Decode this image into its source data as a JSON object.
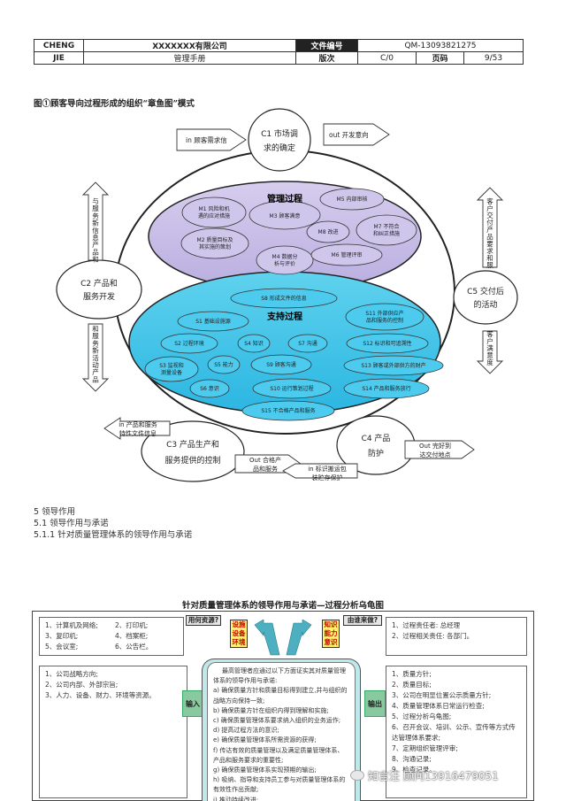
{
  "header": {
    "company_short": "CHENG",
    "company_short2": "JIE",
    "company_name": "XXXXXXX有限公司",
    "doc_no_label": "文件编号",
    "doc_no": "QM-13093821275",
    "manual": "管理手册",
    "version_label": "版次",
    "version": "C/0",
    "page_label": "页码",
    "page": "9/53"
  },
  "figure_title": "图①顾客导向过程形成的组织“章鱼图”模式",
  "octopus": {
    "c1": [
      "C1 市场调",
      "求的确定"
    ],
    "c2": [
      "C2 产品和",
      "服务开发"
    ],
    "c3": [
      "C3 产品生产和",
      "服务提供的控制"
    ],
    "c4": [
      "C4 产品",
      "防护"
    ],
    "c5": [
      "C5 交付后",
      "的活动"
    ],
    "in_top": "in 顾客需求信",
    "out_top": "out 开发意向",
    "left_vert_1": "与服务新信息产品和",
    "left_vert_2": "和服务新活动产品",
    "right_vert_1": "客户交付产品要求和服",
    "right_vert_2": "客户满意度",
    "in_bl": [
      "in 产品和服务",
      "特性文件信息"
    ],
    "out_bm": [
      "Out 合格产",
      "品和服务"
    ],
    "in_bm": [
      "in 标识搬运包",
      "装贮存保护"
    ],
    "out_br": [
      "Out 完好到",
      "达交付地点"
    ],
    "mgmt_title": "管理过程",
    "mgmt": {
      "m1": [
        "M1 风险和机",
        "遇的应对措施"
      ],
      "m2": [
        "M2 质量目标及",
        "其实施的策划"
      ],
      "m3": "M3 顾客满意",
      "m4": [
        "M4 数据分",
        "析与评价"
      ],
      "m5": "M5 内部审核",
      "m6": "M6 管理评审",
      "m7": [
        "M7 不符合",
        "和纠正措施"
      ],
      "m8": "M8 改进"
    },
    "support_title": "支持过程",
    "support": {
      "s1": "S1 基础设施源",
      "s2": "S2 过程环境",
      "s3": [
        "S3 监视和",
        "测量设备"
      ],
      "s4": "S4 知识",
      "s5": "S5 能力",
      "s6": "S6 意识",
      "s7": "S7 沟通",
      "s8": "S8 形成文件的信息",
      "s9": "S9 顾客沟通",
      "s10": "S10 运行策划过程",
      "s11": [
        "S11 外部供应产",
        "品和服务的控制"
      ],
      "s12": "S12 标识和可追溯性",
      "s13": "S13 顾客或外部供方的财产",
      "s14": "S14 产品和服务放行",
      "s15": "S15 不合格产品和服务"
    }
  },
  "sections": {
    "s5": "5  领导作用",
    "s51": "5.1  领导作用与承诺",
    "s511": "5.1.1  针对质量管理体系的领导作用与承诺"
  },
  "turtle": {
    "title": "针对质量管理体系的领导作用与承诺—过程分析乌龟图",
    "tag_resources": "用何资源?",
    "tag_facility": [
      "设施",
      "设备",
      "环境"
    ],
    "tag_knowledge": [
      "知识",
      "能力",
      "意识"
    ],
    "tag_who": "由谁来做?",
    "resources": [
      "1、计算机及网络;",
      "2、打印机;",
      "3、复印机;",
      "4、档案柜;",
      "5、会议室;",
      "6、公告栏。"
    ],
    "who": [
      "1、过程责任者: 总经理",
      "2、过程相关责任: 各部门。"
    ],
    "inputs": [
      "1、公司战略方向;",
      "2、公司内部、外部宗旨;",
      "3、人力、设备、财力、环境等资源。"
    ],
    "input_label": "输入",
    "output_label": "输出",
    "center_intro": "最高管理者应通过以下方面证实其对质量管理体系的领导作用与承诺:",
    "center_items": [
      "a) 确保质量方针和质量目标得到建立,并与组织的战略方向保持一致;",
      "b) 确保质量方针在组织内得到理解和实施;",
      "c) 确保质量管理体系要求纳入组织的业务运作;",
      "d) 提高过程方法的意识;",
      "e) 确保质量管理体系所需资源的获得;",
      "f) 传达有效的质量管理以及满足质量管理体系、产品和服务要求的重要性;",
      "g) 确保质量管理体系实现预期的输出;",
      "h) 吸纳、指导和支持员工参与对质量管理体系的有效性作出贡献;",
      "i) 推动持续改进;"
    ],
    "outputs": [
      "1、质量方针;",
      "2、质量目标;",
      "3、公司在明显位置公示质量方针;",
      "4、质量管理体系日常运行检查;",
      "5、过程分析乌龟图;",
      "6、召开会议、培训、公示、宣传等方式传达管理体系要求;",
      "7、定期组织管理评审;",
      "8、沟通记录;",
      "9、检查记录。"
    ]
  },
  "watermark": "知言汪 顾问13916479051"
}
